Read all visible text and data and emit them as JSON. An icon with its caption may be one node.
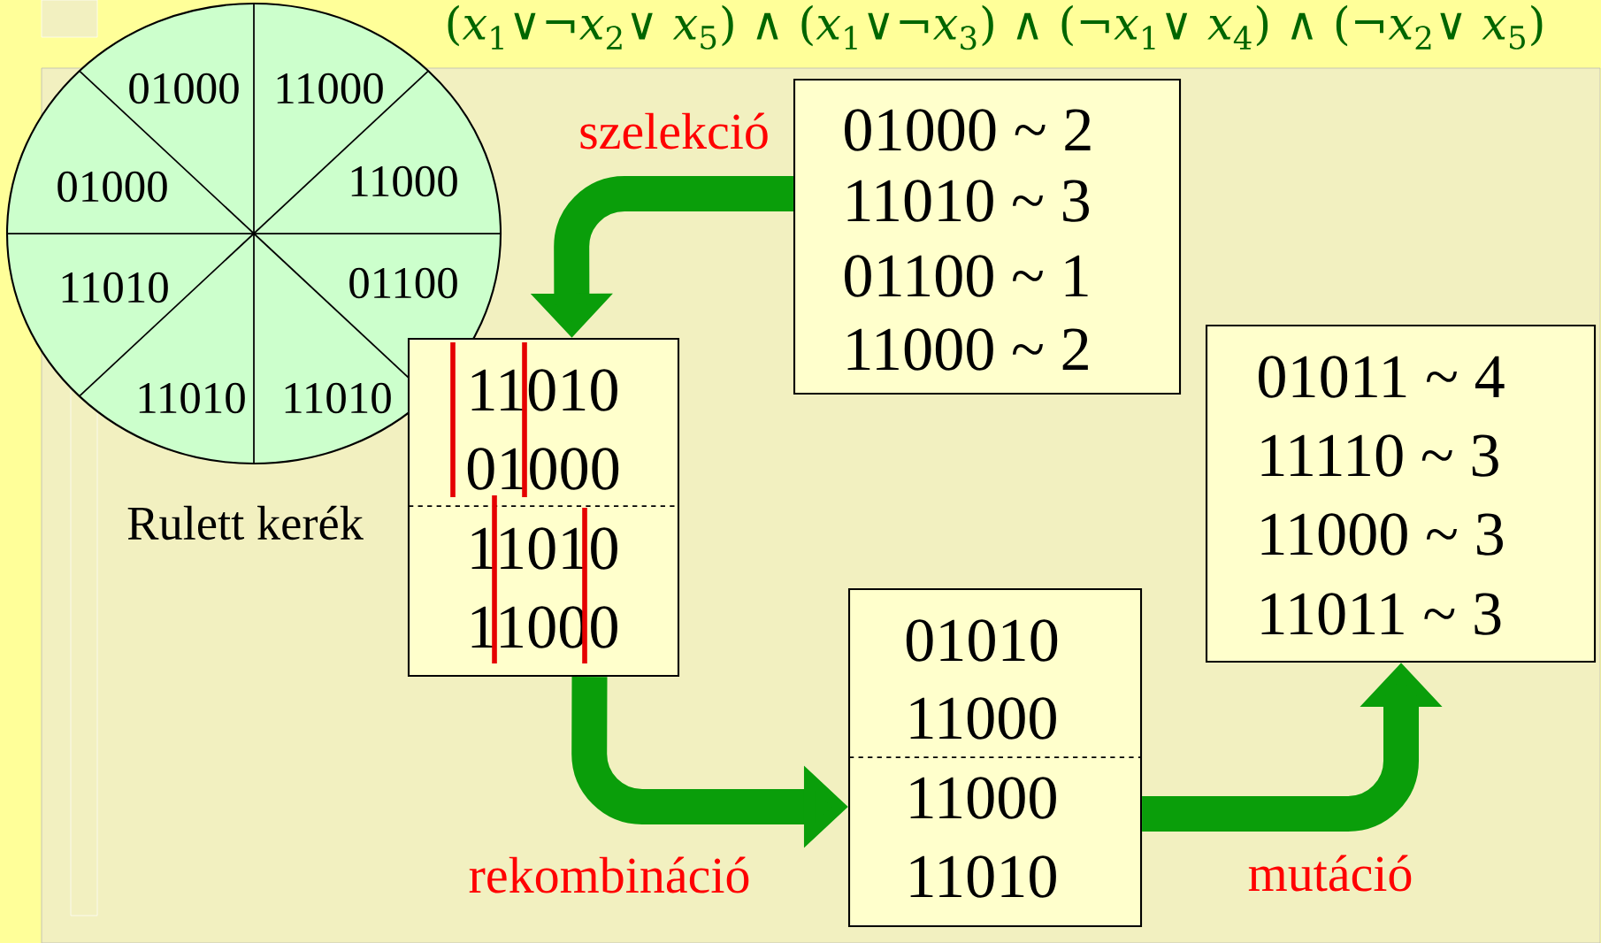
{
  "diagram": {
    "title": "(*x*$_{1}$∨¬*x*$_{2}$∨ *x*$_{5}$) ∧ (*x*$_{1}$∨¬*x*$_{3}$) ∧ (¬*x*$_{1}$∨ *x*$_{4}$) ∧ (¬*x*$_{2}$∨ *x*$_{5}$)",
    "nodes": [
      {
        "text": [
          "01000",
          "11000",
          "01000",
          "11000",
          "11010",
          "01100",
          "11010",
          "11010"
        ],
        "beside": [
          "Rulett kerék"
        ]
      },
      {
        "text": [
          "01000  ~  2",
          "11010   ~ 3",
          "01100  ~  1",
          "11000  ~  2"
        ]
      },
      {
        "text": [
          "11010",
          "01000",
          "11010",
          "11000"
        ]
      },
      {
        "text": [
          "01010",
          "11000",
          "11000",
          "11010"
        ]
      },
      {
        "text": [
          "01011 ~  4",
          "11110 ~  3",
          "11000 ~  3",
          "11011 ~  3"
        ]
      }
    ],
    "edges": [
      {
        "from": 1,
        "to": 2,
        "arrow": "to",
        "label": "szelekció"
      },
      {
        "from": 2,
        "to": 3,
        "arrow": "to",
        "label": "rekombináció"
      },
      {
        "from": 3,
        "to": 4,
        "arrow": "to",
        "label": "mutáció"
      }
    ]
  }
}
